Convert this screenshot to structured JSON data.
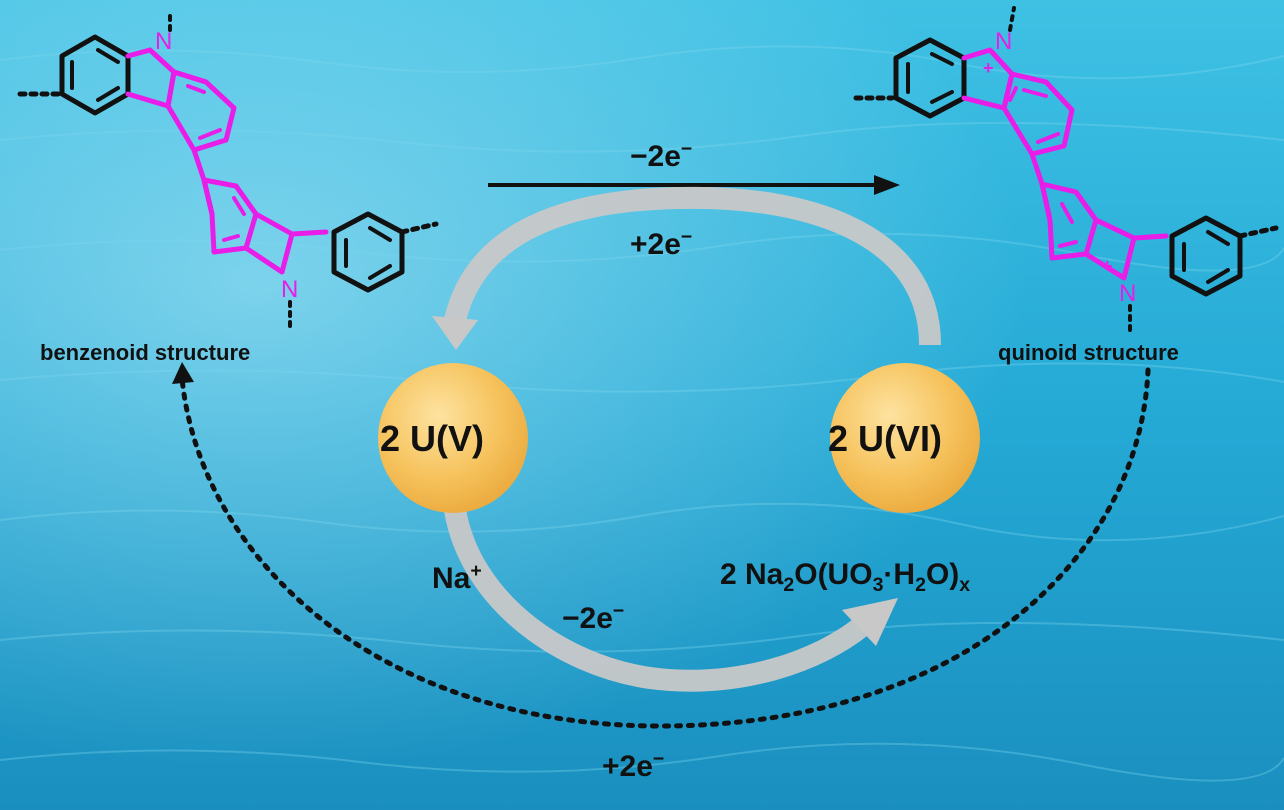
{
  "labels": {
    "benzenoid": "benzenoid structure",
    "quinoid": "quinoid structure",
    "top_minus": "−2e",
    "top_plus": "+2e",
    "electron_sup": "−",
    "u5": "2 U(V)",
    "u6": "2 U(VI)",
    "na": "Na",
    "na_sup": "+",
    "bottom_minus": "−2e",
    "bottom_plus": "+2e",
    "product_prefix": "2 Na",
    "product_sub2": "2",
    "product_mid": "O(UO",
    "product_sub3": "3",
    "product_mid2": "·H",
    "product_sub2b": "2",
    "product_end": "O)",
    "product_subx": "x"
  },
  "atoms": {
    "n": "N",
    "plus": "+"
  },
  "colors": {
    "water_light": "#46c6e6",
    "water_dark": "#1a8fbf",
    "magenta": "#e81de8",
    "circle": "#f6c25c",
    "arrow_gray": "#c8c8c8",
    "ink": "#111111"
  }
}
